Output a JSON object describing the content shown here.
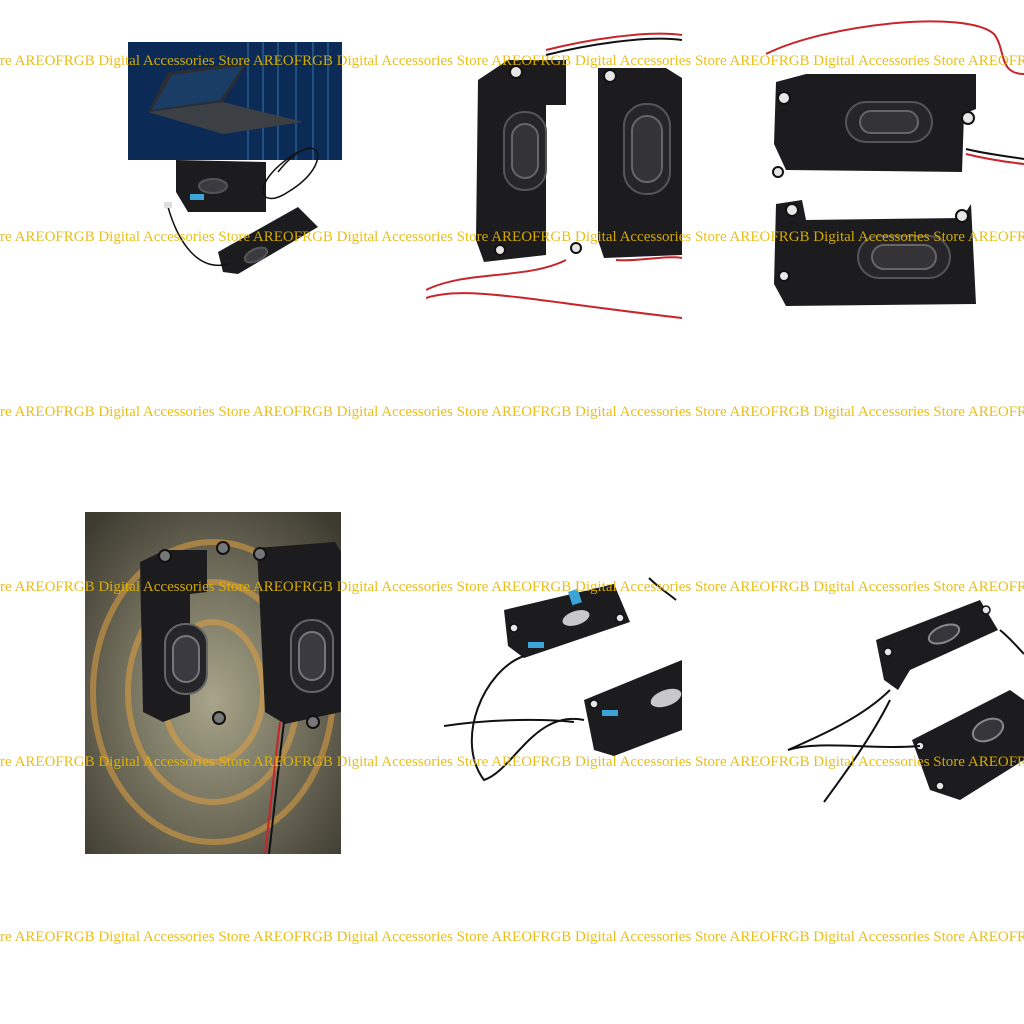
{
  "watermark": {
    "text": "re AREOFRGB Digital Accessories Store AREOFRGB Digital Accessories Store AREOFRGB Digital Accessories Store AREOFRGB Digital Accessories Store AREOFRGB Di"
  },
  "photos": [
    {
      "id": "photo-1",
      "subject": "laptop-with-speakers"
    },
    {
      "id": "photo-2",
      "subject": "speaker-pair-vertical"
    },
    {
      "id": "photo-3",
      "subject": "speaker-pair-horizontal"
    },
    {
      "id": "photo-4",
      "subject": "speaker-pair-on-swirl-background"
    },
    {
      "id": "photo-5",
      "subject": "speaker-pair-angled-with-cable"
    },
    {
      "id": "photo-6",
      "subject": "speaker-pair-angled-dark"
    }
  ],
  "colors": {
    "speaker_body": "#1c1c1f",
    "cable_red": "#c8242b",
    "cable_black": "#111111",
    "blue_tape": "#3aa4d8",
    "watermark": "#e8b800"
  }
}
